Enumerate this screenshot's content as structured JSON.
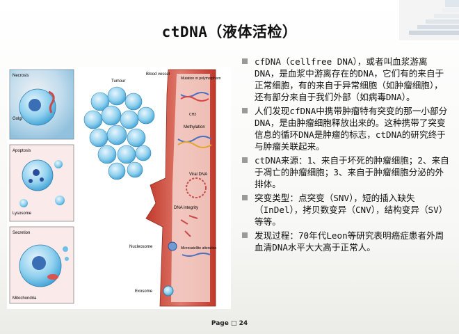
{
  "slide": {
    "title": "ctDNA（液体活检）",
    "page_label": "Page",
    "page_number": "24"
  },
  "figure": {
    "labels": {
      "necrosis": "Necrosis",
      "golgi": "Golgi",
      "apoptosis": "Apoptosis",
      "lysosome": "Lysosome",
      "secretion": "Secretion",
      "mitochondria": "Mitochondria",
      "tumour": "Tumour",
      "blood_vessel": "Blood vessel",
      "mutation": "Mutation or polymorphism",
      "methylation": "Methylation",
      "viral_dna": "Viral DNA",
      "dna_integrity": "DNA integrity",
      "nucleosome": "Nucleosome",
      "microsatellite": "Microsatellite alteration",
      "exosome": "Exosome",
      "ch3": "CH3"
    }
  },
  "bullets": [
    "cfDNA（cellfree DNA），或者叫血浆游离DNA，是血浆中游离存在的DNA，它们有的来自于正常细胞，有的来自于异常细胞（如肿瘤细胞），还有部分来自于我们外部（如病毒DNA）。",
    "人们发现cfDNA中携带肿瘤特有突变的那一小部分DNA，是由肿瘤细胞释放出来的。这种携带了突变信息的循环DNA是肿瘤的标志，ctDNA的研究终于与肿瘤关联起来。",
    "ctDNA来源：1、来自于坏死的肿瘤细胞；2、来自于凋亡的肿瘤细胞；3、来自于肿瘤细胞分泌的外排体。",
    "突变类型：点突变（SNV），短的插入缺失（InDel），拷贝数变异（CNV），结构变异（SV）等等。",
    "发现过程：70年代Leon等研究表明癌症患者外周血清DNA水平大大高于正常人。"
  ]
}
